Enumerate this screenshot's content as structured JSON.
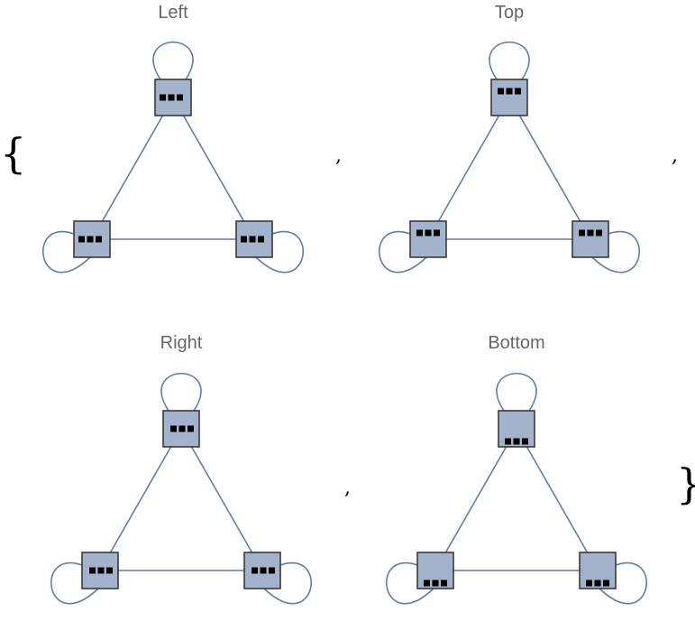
{
  "open_brace": "{",
  "close_brace": "}",
  "separator": ",",
  "panels": [
    {
      "title": "Left",
      "port_side": "left"
    },
    {
      "title": "Top",
      "port_side": "top"
    },
    {
      "title": "Right",
      "port_side": "right"
    },
    {
      "title": "Bottom",
      "port_side": "bottom"
    }
  ],
  "colors": {
    "edge": "#5f7fa6",
    "node_fill": "#a3b3cc",
    "node_stroke": "#3a3a3a",
    "title": "#666666"
  }
}
